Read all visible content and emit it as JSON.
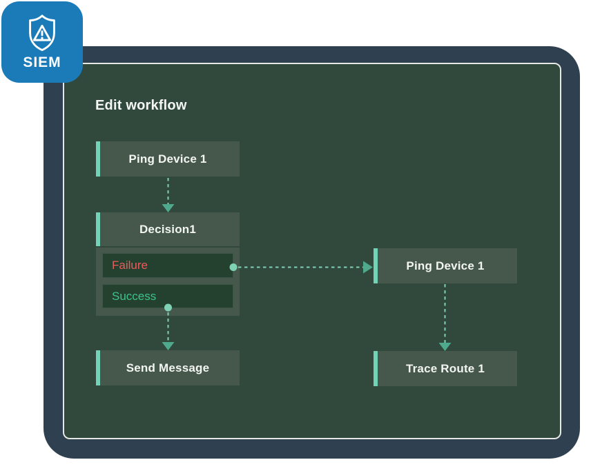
{
  "badge": {
    "label": "SIEM",
    "icon": "shield-alert-icon"
  },
  "header": {
    "title": "Edit workflow"
  },
  "canvas": {
    "nodes": {
      "ping1": {
        "label": "Ping Device 1"
      },
      "decision": {
        "label": "Decision1",
        "branches": {
          "failure": {
            "label": "Failure"
          },
          "success": {
            "label": "Success"
          }
        }
      },
      "send": {
        "label": "Send Message"
      },
      "ping2": {
        "label": "Ping Device 1"
      },
      "trace": {
        "label": "Trace Route 1"
      }
    }
  },
  "colors": {
    "badge_blue": "#1b7ab8",
    "window_slate": "#2f4150",
    "canvas_green": "#31493c",
    "canvas_border": "#e5e8e4",
    "node_fill": "#46584c",
    "branch_fill": "#24402f",
    "accent_teal": "#74d2b6",
    "connector_teal": "#7fd2b6",
    "arrowhead_teal": "#4fa98c",
    "failure_red": "#ee5a5a",
    "success_green": "#3cc488",
    "text_white": "#f2f5f1"
  }
}
